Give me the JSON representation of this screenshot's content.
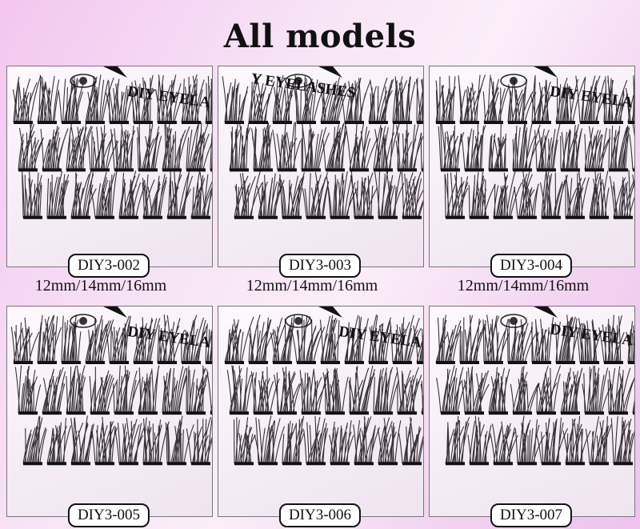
{
  "title": "All models",
  "products": [
    {
      "model": "DIY3-002",
      "size": "12mm/14mm/16mm",
      "print": "DIY EYELA"
    },
    {
      "model": "DIY3-003",
      "size": "12mm/14mm/16mm",
      "print": "Y EYELASHES"
    },
    {
      "model": "DIY3-004",
      "size": "12mm/14mm/16mm",
      "print": "DIY EYELA"
    },
    {
      "model": "DIY3-005",
      "print": "DIY EYELA"
    },
    {
      "model": "DIY3-006",
      "print": "DIY EYELA"
    },
    {
      "model": "DIY3-007",
      "print": "DIY EYELASHE"
    }
  ],
  "colors": {
    "background": "#f5d6f3",
    "lash": "#141014",
    "label_border": "#111111"
  }
}
